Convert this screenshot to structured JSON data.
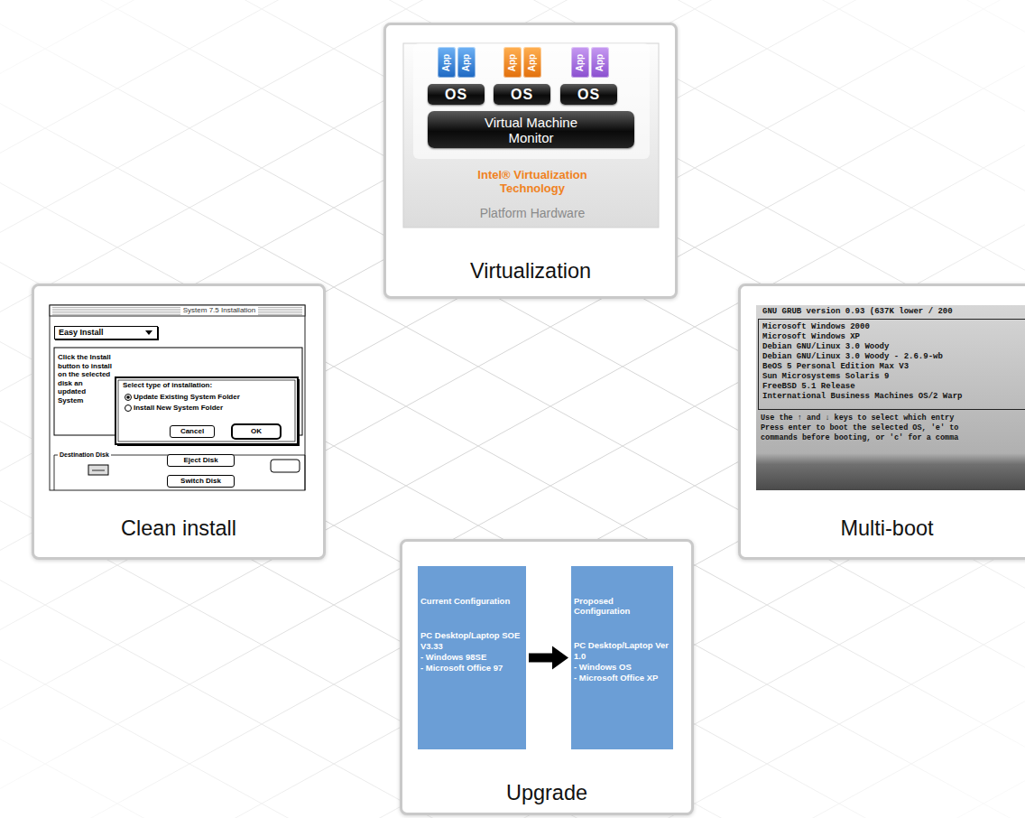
{
  "diagram": {
    "nodes": [
      {
        "text": [
          "Virtualization"
        ]
      },
      {
        "text": [
          "App"
        ],
        "in": 0
      },
      {
        "text": [
          "App"
        ],
        "in": 0
      },
      {
        "text": [
          "App"
        ],
        "in": 0
      },
      {
        "text": [
          "App"
        ],
        "in": 0
      },
      {
        "text": [
          "App"
        ],
        "in": 0
      },
      {
        "text": [
          "App"
        ],
        "in": 0
      },
      {
        "text": [
          "OS"
        ],
        "in": 0
      },
      {
        "text": [
          "OS"
        ],
        "in": 0
      },
      {
        "text": [
          "OS"
        ],
        "in": 0
      },
      {
        "text": [
          "Virtual Machine Monitor"
        ],
        "in": 0
      },
      {
        "text": [
          "Clean install"
        ]
      },
      {
        "text": [
          "Easy Install"
        ],
        "in": 11
      },
      {
        "text": [
          "Select type of installation:",
          "Update Existing System Folder",
          "Install New System Folder"
        ],
        "in": 11
      },
      {
        "text": [
          "Cancel"
        ],
        "in": 13
      },
      {
        "text": [
          "OK"
        ],
        "in": 13
      },
      {
        "text": [
          "Eject Disk"
        ],
        "in": 11
      },
      {
        "text": [
          "Switch Disk"
        ],
        "in": 11
      },
      {
        "text": [
          "Multi-boot"
        ]
      },
      {
        "text": [
          "Microsoft Windows 2000",
          "Microsoft Windows XP",
          "Debian GNU/Linux 3.0 Woody",
          "Debian GNU/Linux 3.0 Woody - 2.6.9-wb",
          "BeOS 5 Personal Edition Max V3",
          "Sun Microsystems Solaris 9",
          "FreeBSD 5.1 Release",
          "International Business Machines OS/2 Warp"
        ],
        "in": 18
      },
      {
        "text": [
          "Upgrade"
        ]
      },
      {
        "text": [
          "Current Configuration",
          "PC Desktop/Laptop SOE V3.33",
          "- Windows 98SE",
          "- Microsoft Office 97"
        ],
        "in": 20
      },
      {
        "text": [
          "Proposed Configuration",
          "PC Desktop/Laptop Ver 1.0",
          "- Windows OS",
          "- Microsoft Office XP"
        ],
        "in": 20
      }
    ],
    "edges": [
      {
        "from": 21,
        "to": 22,
        "arrow": "to"
      }
    ],
    "labels": [
      "Intel® Virtualization Technology",
      "Platform Hardware",
      "System 7.5 Installation",
      "Click the Install button to install on the selected disk an updated System",
      "Destination Disk",
      "GNU GRUB version 0.93 (637K lower / 200",
      "Use the ↑ and ↓ keys to select which entry",
      "Press enter to boot the selected OS, 'e' to",
      "commands before booting, or 'c' for a comma"
    ]
  }
}
